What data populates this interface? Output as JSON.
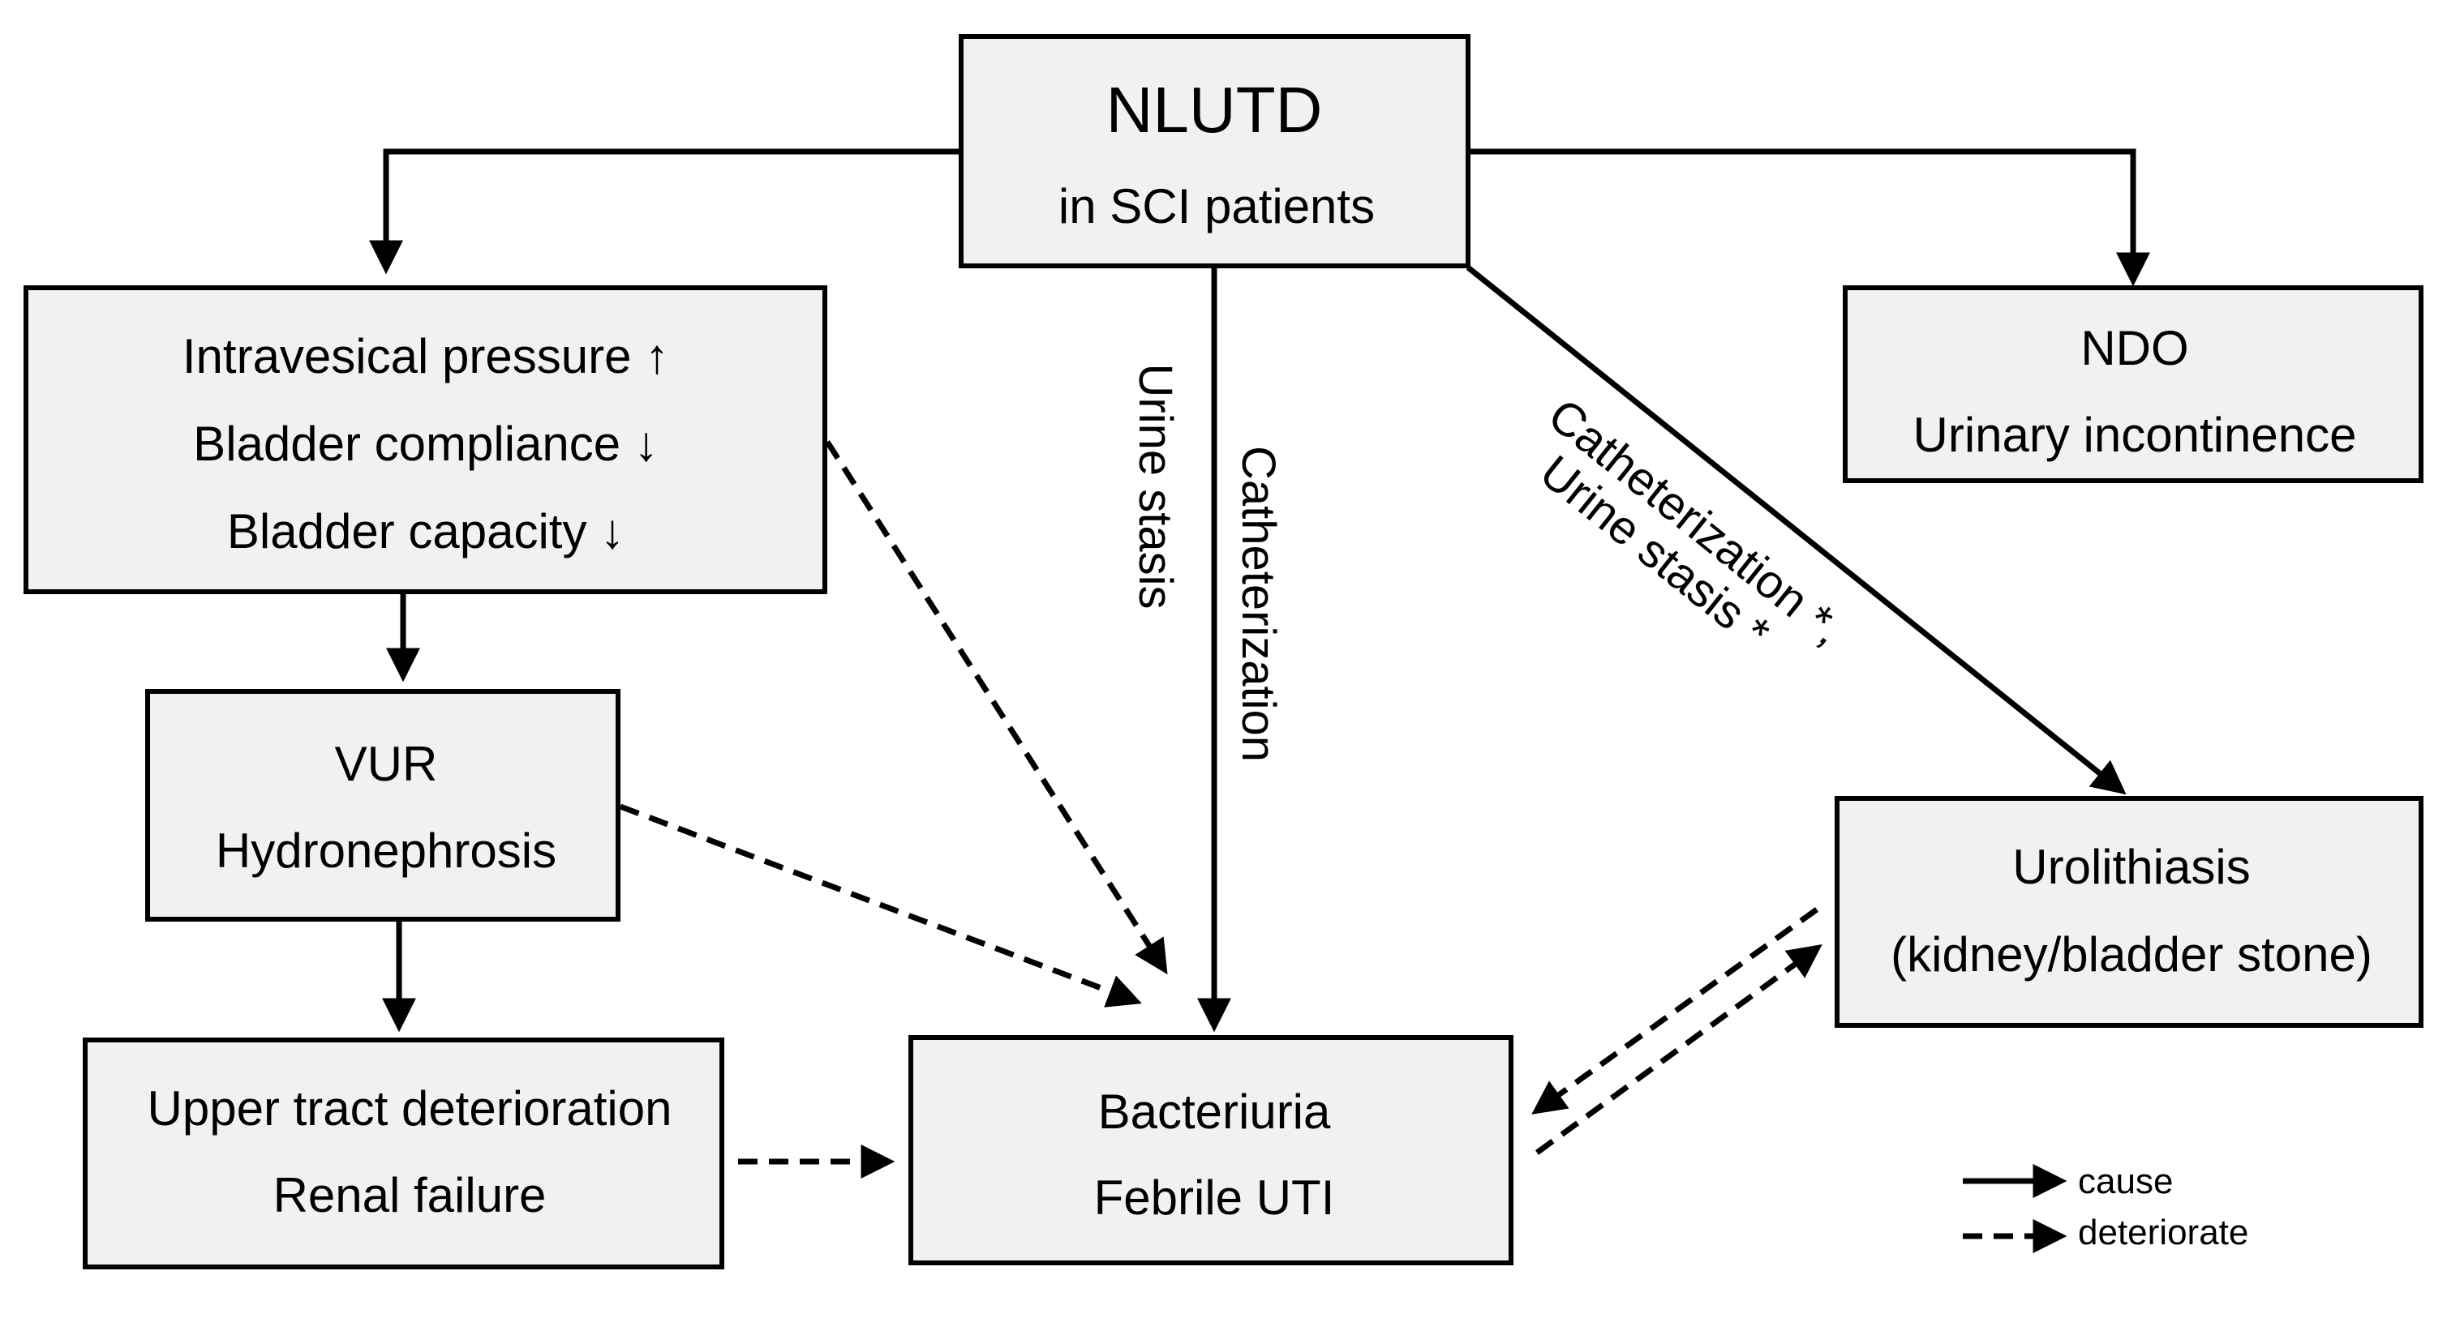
{
  "boxes": {
    "nlutd": {
      "title": "NLUTD",
      "subtitle": "in SCI patients"
    },
    "pressure": {
      "line1": "Intravesical pressure ↑",
      "line2": "Bladder compliance ↓",
      "line3": "Bladder capacity ↓"
    },
    "ndo": {
      "line1": "NDO",
      "line2": "Urinary incontinence"
    },
    "vur": {
      "line1": "VUR",
      "line2": "Hydronephrosis"
    },
    "uro": {
      "line1": "Urolithiasis",
      "line2": "(kidney/bladder stone)"
    },
    "upper": {
      "line1": "Upper tract deterioration",
      "line2": "Renal failure"
    },
    "bact": {
      "line1": "Bacteriuria",
      "line2": "Febrile UTI"
    }
  },
  "edge_labels": {
    "vertical_a": "Urine stasis",
    "vertical_b": "Catheterization",
    "diag_a": "Catheterization *,",
    "diag_b": "Urine stasis *"
  },
  "legend": {
    "cause": "cause",
    "deteriorate": "deteriorate"
  },
  "colors": {
    "box_fill": "#f1f1f1",
    "stroke": "#000000"
  }
}
